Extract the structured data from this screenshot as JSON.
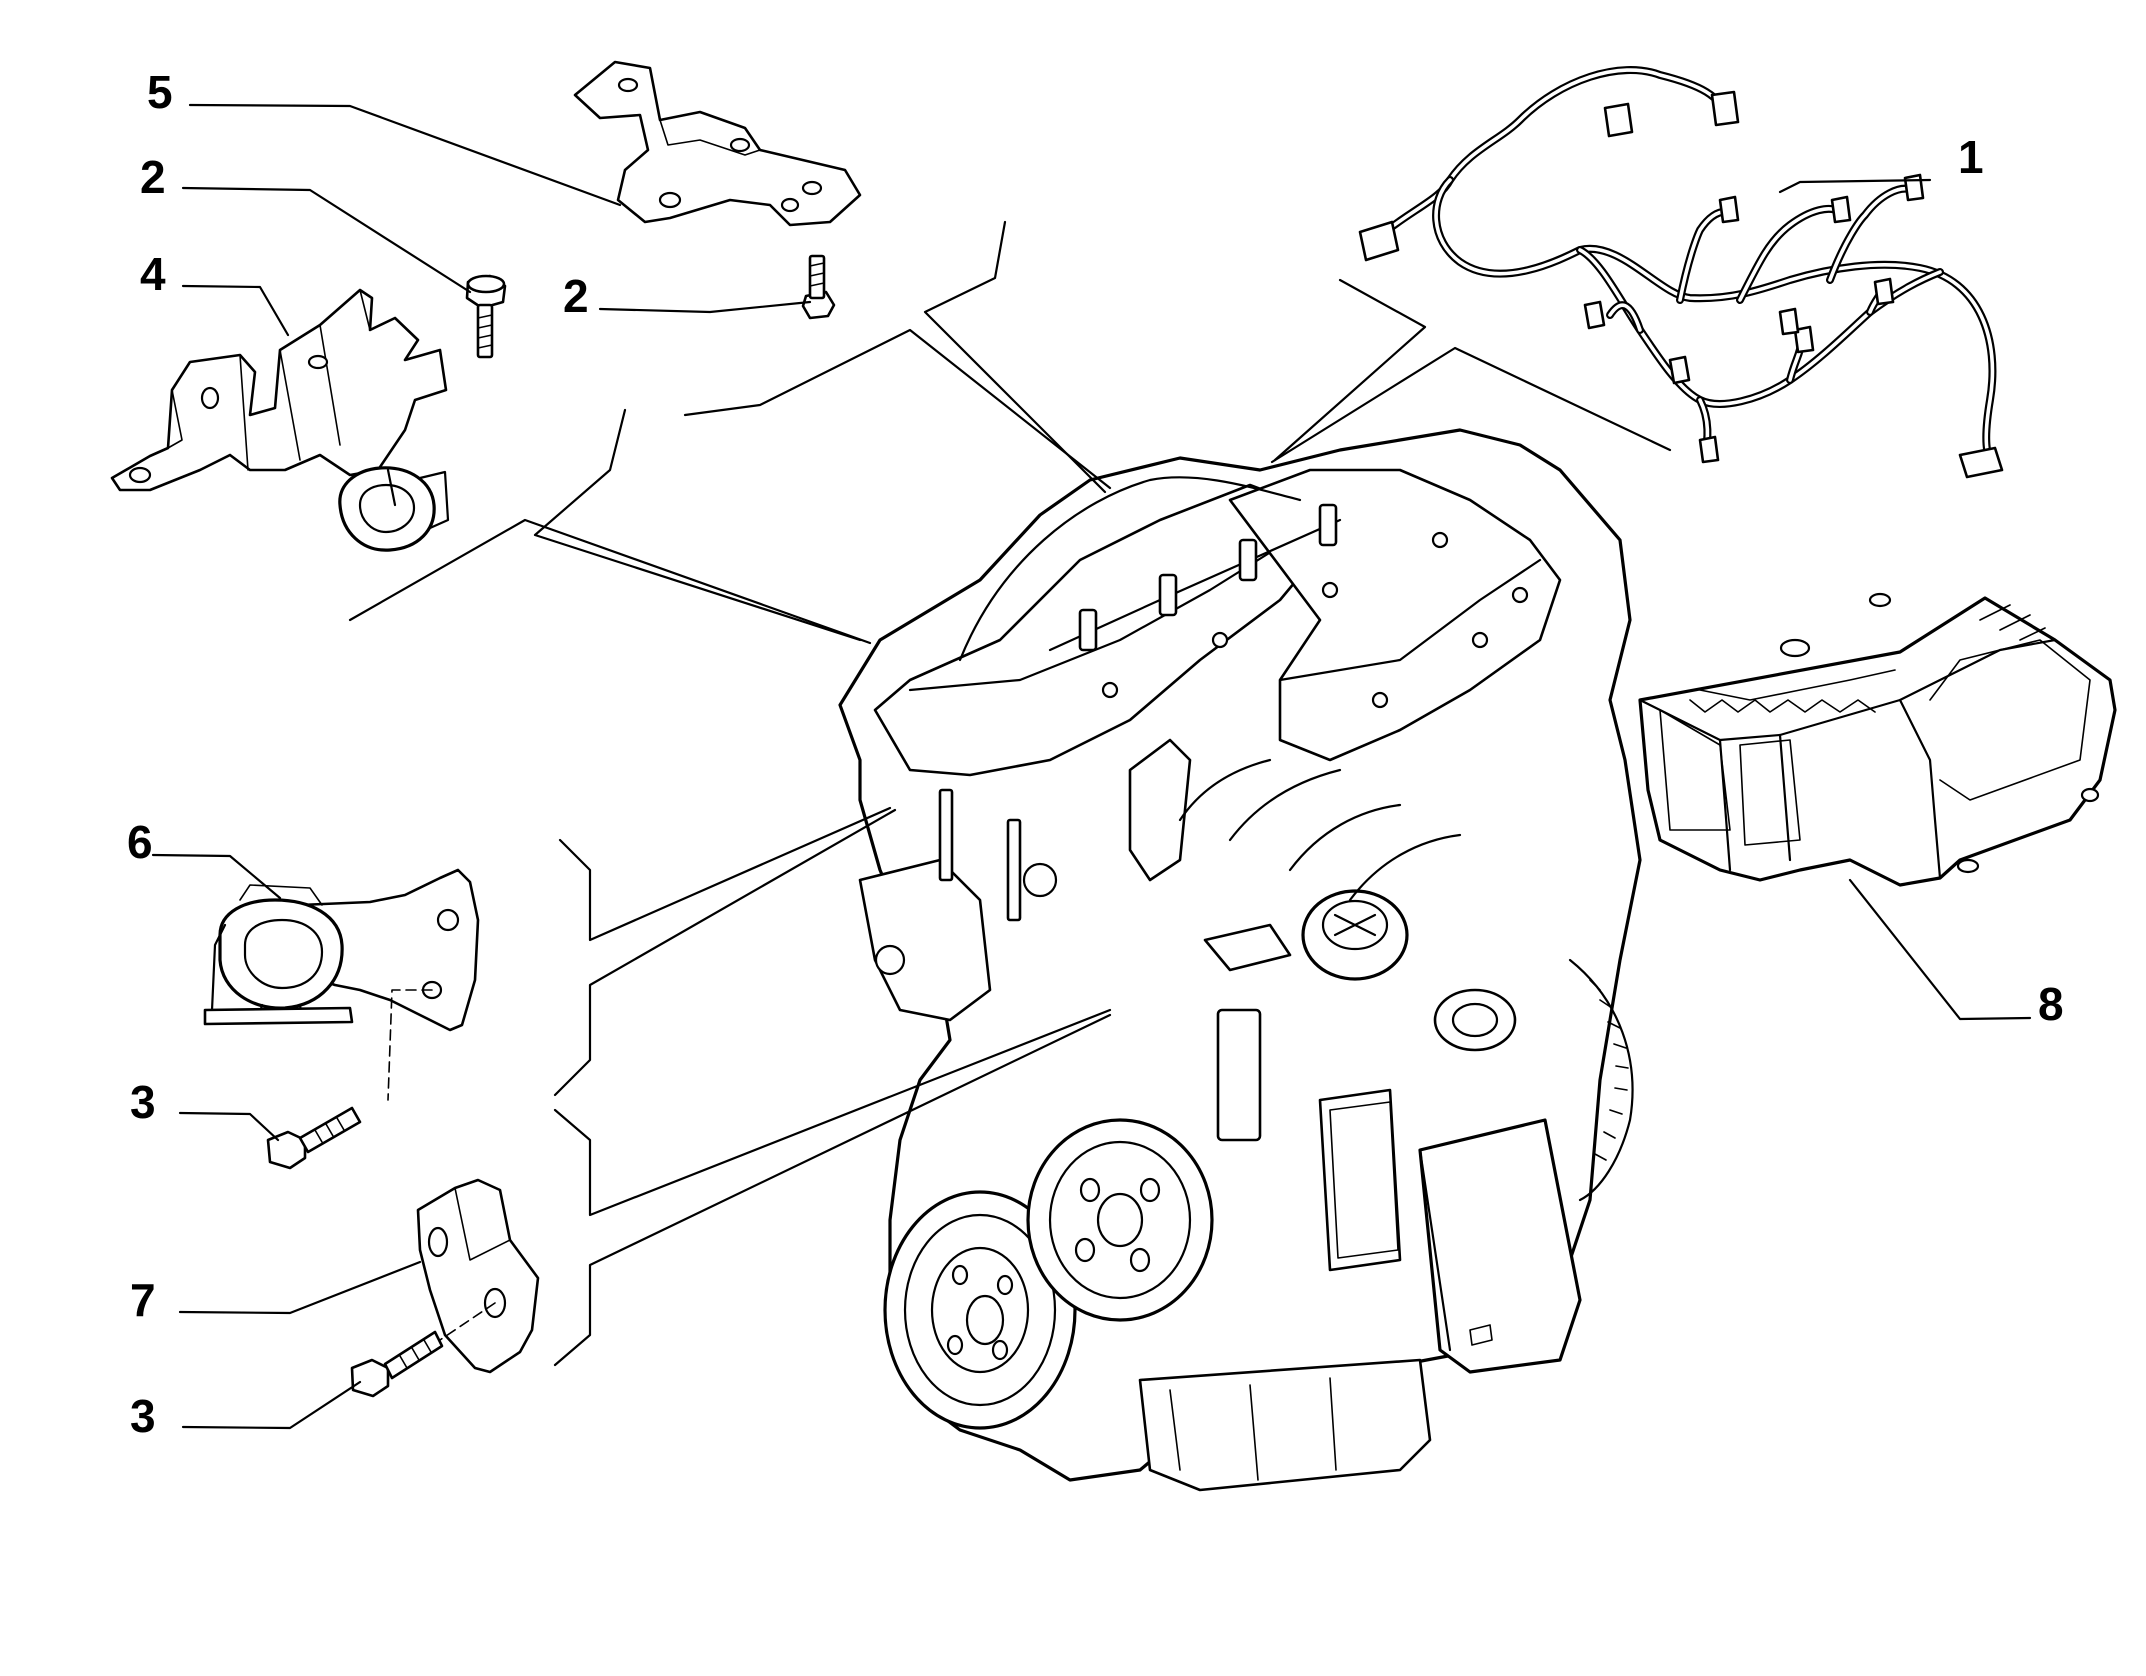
{
  "callouts": {
    "c1": "1",
    "c2a": "2",
    "c2b": "2",
    "c3a": "3",
    "c3b": "3",
    "c4": "4",
    "c5": "5",
    "c6": "6",
    "c7": "7",
    "c8": "8"
  },
  "colors": {
    "ink": "#000000",
    "paper": "#ffffff"
  }
}
